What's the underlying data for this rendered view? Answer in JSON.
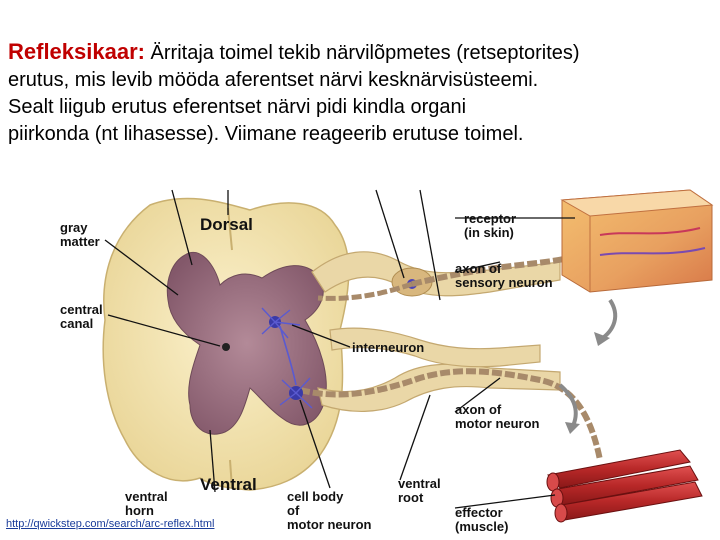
{
  "slide": {
    "term": "Refleksikaar:",
    "line1_rest": " Ärritaja toimel tekib närvilõpmetes (retseptorites)",
    "line2": "erutus, mis levib mööda aferentset närvi kesknärvisüsteemi.",
    "line3": "Sealt liigub erutus eferentset närvi pidi kindla organi",
    "line4": " piirkonda (nt lihasesse). Viimane reageerib erutuse toimel."
  },
  "diagram": {
    "labels": {
      "gray_matter": "gray\nmatter",
      "dorsal": "Dorsal",
      "central_canal": "central\ncanal",
      "interneuron": "interneuron",
      "receptor": "receptor\n(in skin)",
      "axon_sensory": "axon of\nsensory neuron",
      "axon_motor": "axon of\nmotor neuron",
      "ventral": "Ventral",
      "ventral_horn": "ventral\nhorn",
      "cell_body_motor": "cell body\nof\nmotor neuron",
      "ventral_root": "ventral\nroot",
      "effector": "effector\n(muscle)"
    },
    "source_url": "http://qwickstep.com/search/arc-reflex.html"
  },
  "colors": {
    "white_matter": "#f5e8b8",
    "gray_matter": "#9a7080",
    "nerve": "#c8a880",
    "neuron": "#5050c0",
    "muscle": "#c03030",
    "skin": "#e8a860",
    "title_term": "#c00000"
  }
}
